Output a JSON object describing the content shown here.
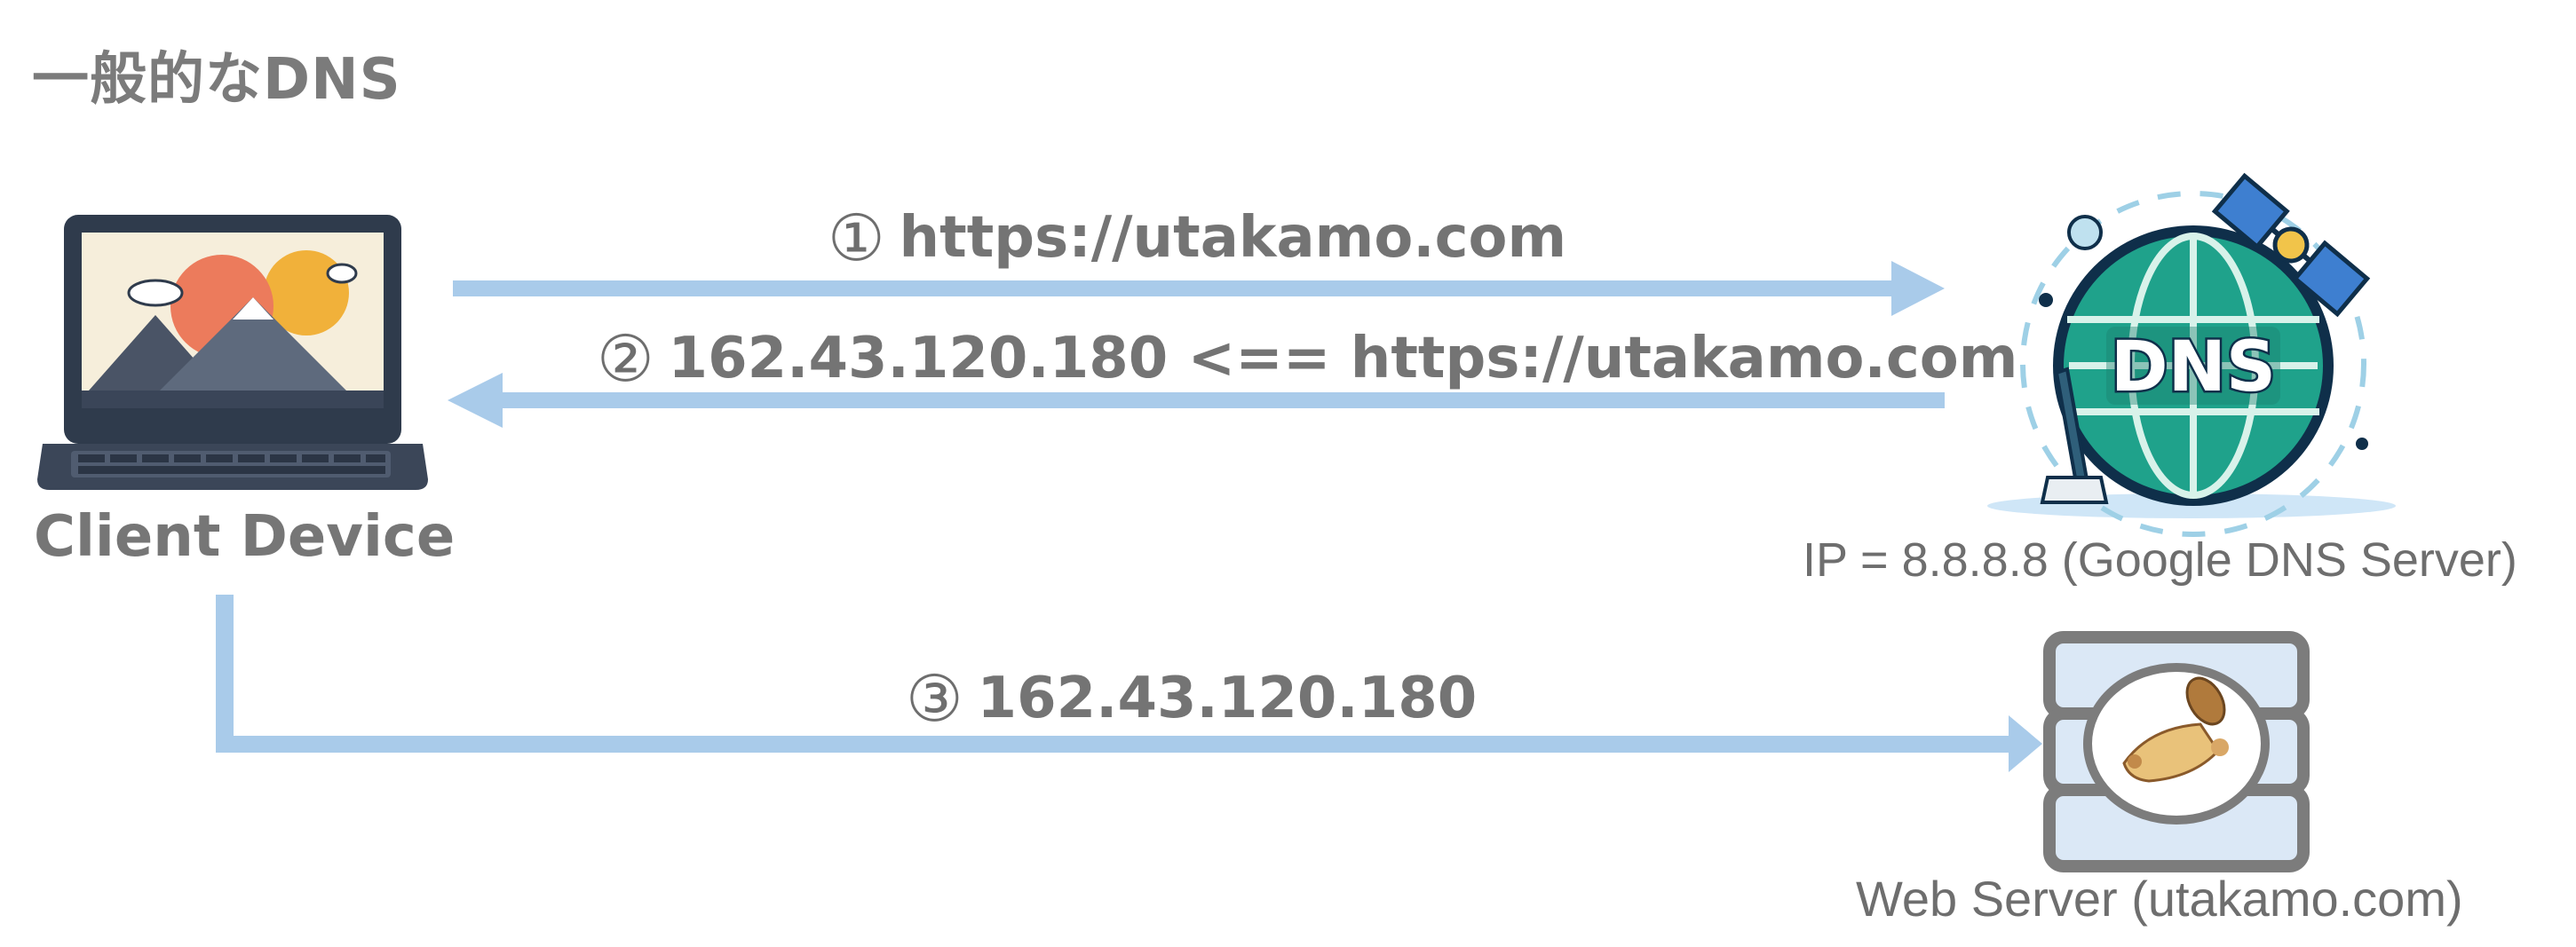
{
  "title": "一般的なDNS",
  "client": {
    "label": "Client Device"
  },
  "dns_server": {
    "badge": "DNS",
    "label": "IP =  8.8.8.8 (Google DNS Server)"
  },
  "web_server": {
    "label": "Web Server (utakamo.com)"
  },
  "steps": [
    {
      "number": "①",
      "text": "https://utakamo.com"
    },
    {
      "number": "②",
      "text": "162.43.120.180 <== https://utakamo.com"
    },
    {
      "number": "③",
      "text": "162.43.120.180"
    }
  ],
  "colors": {
    "arrow": "#a9cbea",
    "text": "#767676"
  }
}
